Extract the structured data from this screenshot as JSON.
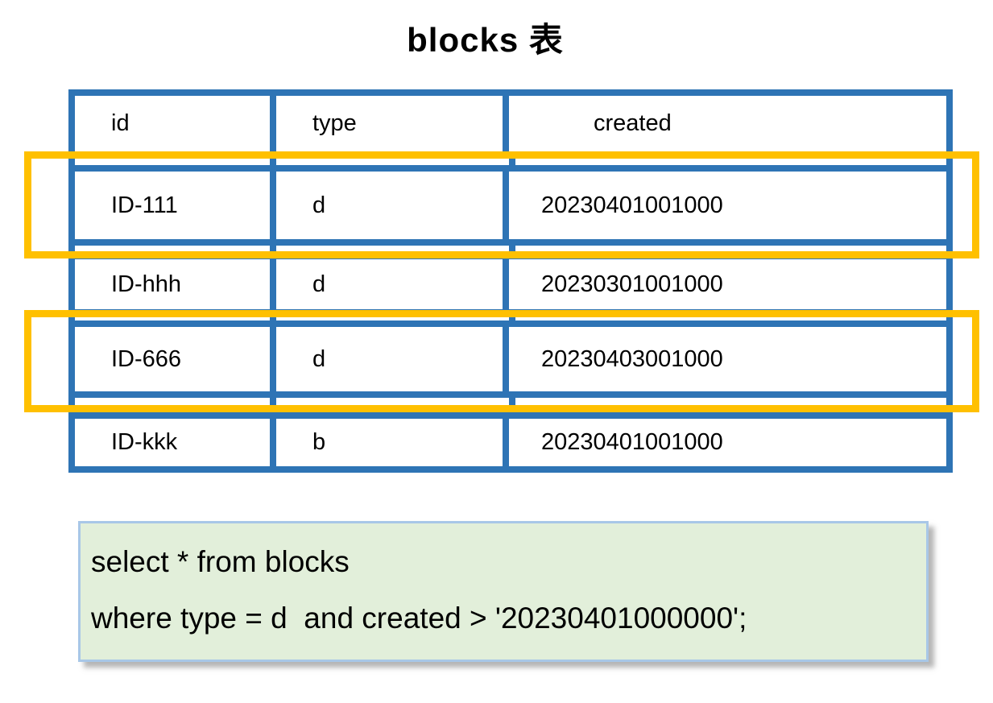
{
  "title": "blocks 表",
  "table": {
    "columns": [
      "id",
      "type",
      "created"
    ],
    "rows": [
      {
        "id": "ID-111",
        "type": "d",
        "created": "20230401001000",
        "highlighted": true
      },
      {
        "id": "ID-hhh",
        "type": "d",
        "created": "20230301001000",
        "highlighted": false
      },
      {
        "id": "ID-666",
        "type": "d",
        "created": "20230403001000",
        "highlighted": true
      },
      {
        "id": "ID-kkk",
        "type": "b",
        "created": "20230401001000",
        "highlighted": false
      }
    ]
  },
  "sql": {
    "line1": "select * from blocks",
    "line2": "where type = d  and created > '20230401000000';"
  },
  "colors": {
    "table_border": "#2E74B5",
    "highlight": "#FFC000",
    "sql_background": "#E2EFDA",
    "sql_border": "#A8C7E7"
  }
}
